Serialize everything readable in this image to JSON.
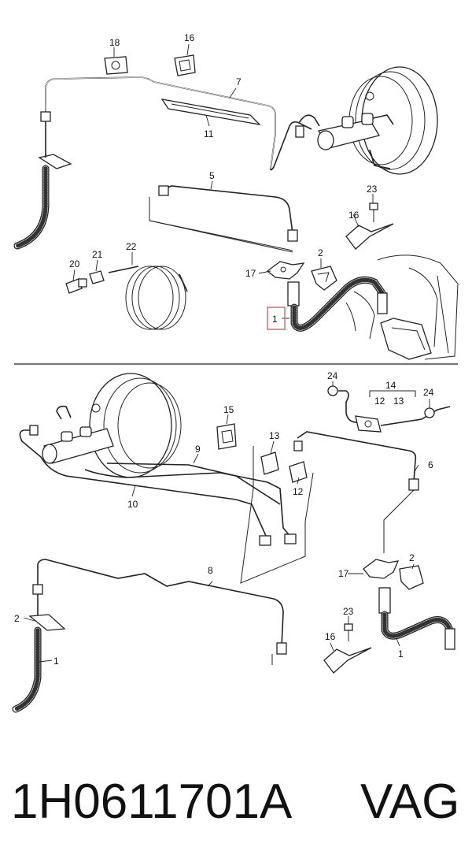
{
  "diagram": {
    "top_callouts": [
      "18",
      "16",
      "7",
      "11",
      "5",
      "23",
      "16",
      "17",
      "2",
      "1",
      "20",
      "21",
      "22"
    ],
    "bottom_callouts": [
      "24",
      "14",
      "12",
      "13",
      "24",
      "15",
      "13",
      "9",
      "6",
      "12",
      "10",
      "2",
      "17",
      "8",
      "23",
      "16",
      "2",
      "1",
      "1"
    ]
  },
  "caption": {
    "part_number": "1H0611701A",
    "brand": "VAG"
  },
  "colors": {
    "line": "#222222",
    "highlight": "#e05a6a",
    "background": "#ffffff"
  }
}
